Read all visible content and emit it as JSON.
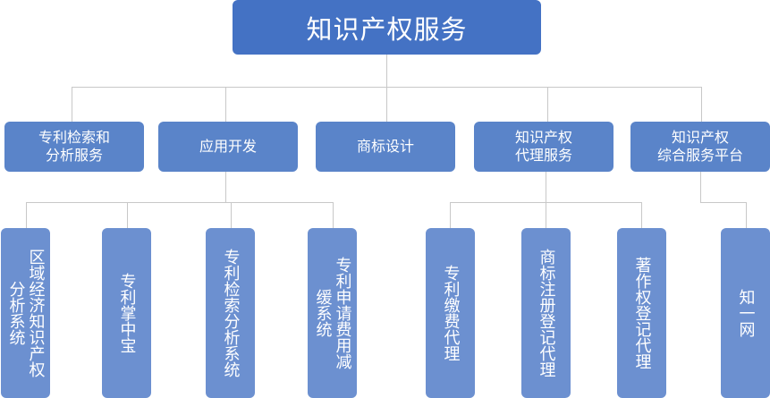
{
  "diagram": {
    "root": {
      "label": "知识产权服务"
    },
    "categories": [
      {
        "id": "patent-search",
        "lines": [
          "专利检索和",
          "分析服务"
        ]
      },
      {
        "id": "app-dev",
        "lines": [
          "应用开发"
        ]
      },
      {
        "id": "trademark-design",
        "lines": [
          "商标设计"
        ]
      },
      {
        "id": "ip-agency",
        "lines": [
          "知识产权",
          "代理服务"
        ]
      },
      {
        "id": "ip-platform",
        "lines": [
          "知识产权",
          "综合服务平台"
        ]
      }
    ],
    "leaves": [
      {
        "parent": "app-dev",
        "label": "区域经济知识产权分析系统"
      },
      {
        "parent": "app-dev",
        "label": "专利掌中宝"
      },
      {
        "parent": "app-dev",
        "label": "专利检索分析系统"
      },
      {
        "parent": "app-dev",
        "label": "专利申请费用减缓系统"
      },
      {
        "parent": "ip-agency",
        "label": "专利缴费代理"
      },
      {
        "parent": "ip-agency",
        "label": "商标注册登记代理"
      },
      {
        "parent": "ip-agency",
        "label": "著作权登记代理"
      },
      {
        "parent": "ip-platform",
        "label": "知一网"
      }
    ],
    "colors": {
      "root": "#4472c4",
      "category": "#5a84c9",
      "leaf": "#6c90d0",
      "connector": "#c8c8c8"
    }
  }
}
